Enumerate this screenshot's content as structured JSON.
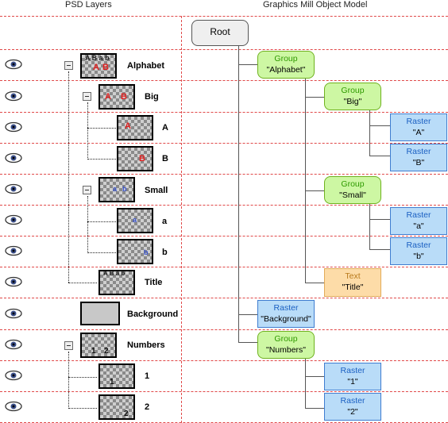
{
  "headers": {
    "left": "PSD Layers",
    "right": "Graphics Mill Object Model"
  },
  "icons": {
    "eye": "eye-icon",
    "collapse": "minus-box-icon"
  },
  "colors": {
    "separator": "#e04848",
    "group_fill": "#cdf7a3",
    "group_text": "#2f9a00",
    "raster_fill": "#b9dcf8",
    "raster_text": "#1a5fc2",
    "text_fill": "#fddca8",
    "text_text": "#b87a1c",
    "root_fill": "#efefef"
  },
  "layers": [
    {
      "name": "Alphabet",
      "thumb_glyphs": "A B a b",
      "collapsible": true
    },
    {
      "name": "Big",
      "thumb_glyphs": "A B",
      "collapsible": true
    },
    {
      "name": "A",
      "thumb_glyphs": "A",
      "collapsible": false
    },
    {
      "name": "B",
      "thumb_glyphs": "B",
      "collapsible": false
    },
    {
      "name": "Small",
      "thumb_glyphs": "a b",
      "collapsible": true
    },
    {
      "name": "a",
      "thumb_glyphs": "a",
      "collapsible": false
    },
    {
      "name": "b",
      "thumb_glyphs": "b",
      "collapsible": false
    },
    {
      "name": "Title",
      "thumb_glyphs": "",
      "collapsible": false
    },
    {
      "name": "Background",
      "thumb_glyphs": "",
      "collapsible": false
    },
    {
      "name": "Numbers",
      "thumb_glyphs": "1 2",
      "collapsible": true
    },
    {
      "name": "1",
      "thumb_glyphs": "1",
      "collapsible": false
    },
    {
      "name": "2",
      "thumb_glyphs": "2",
      "collapsible": false
    }
  ],
  "model": {
    "root": "Root",
    "nodes": [
      {
        "type": "Group",
        "name": "\"Alphabet\""
      },
      {
        "type": "Group",
        "name": "\"Big\""
      },
      {
        "type": "Raster",
        "name": "\"A\""
      },
      {
        "type": "Raster",
        "name": "\"B\""
      },
      {
        "type": "Group",
        "name": "\"Small\""
      },
      {
        "type": "Raster",
        "name": "\"a\""
      },
      {
        "type": "Raster",
        "name": "\"b\""
      },
      {
        "type": "Text",
        "name": "\"Title\""
      },
      {
        "type": "Raster",
        "name": "\"Background\""
      },
      {
        "type": "Group",
        "name": "\"Numbers\""
      },
      {
        "type": "Raster",
        "name": "\"1\""
      },
      {
        "type": "Raster",
        "name": "\"2\""
      }
    ]
  }
}
